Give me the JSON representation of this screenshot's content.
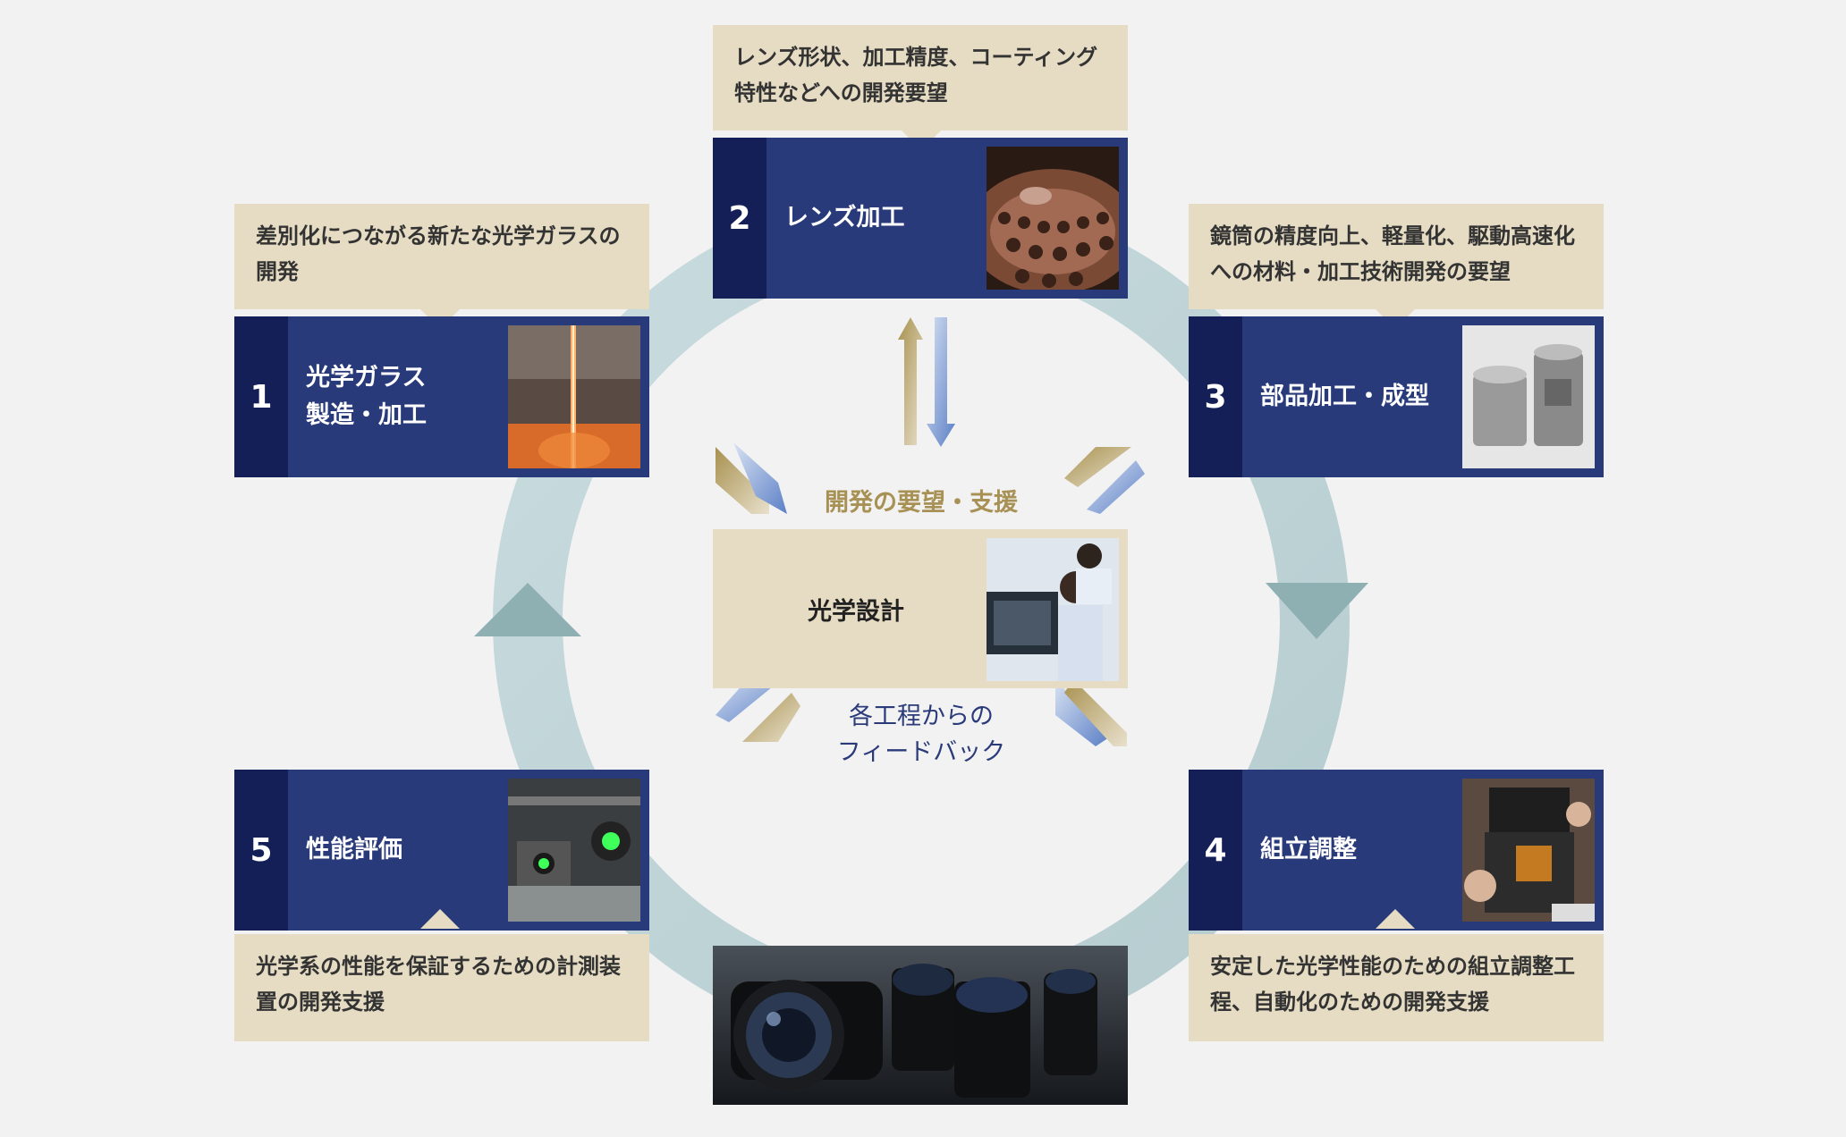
{
  "steps": [
    {
      "num": "1",
      "title": "光学ガラス\n製造・加工",
      "note": "差別化につながる新たな光学ガラスの開発"
    },
    {
      "num": "2",
      "title": "レンズ加工",
      "note": "レンズ形状、加工精度、コーティング特性などへの開発要望"
    },
    {
      "num": "3",
      "title": "部品加工・成型",
      "note": "鏡筒の精度向上、軽量化、駆動高速化への材料・加工技術開発の要望"
    },
    {
      "num": "4",
      "title": "組立調整",
      "note": "安定した光学性能のための組立調整工程、自動化のための開発支援"
    },
    {
      "num": "5",
      "title": "性能評価",
      "note": "光学系の性能を保証するための計測装置の開発支援"
    }
  ],
  "center": {
    "title": "光学設計",
    "top_label": "開発の要望・支援",
    "bottom_label": "各工程からの\nフィードバック"
  },
  "colors": {
    "step_bg": "#283a7a",
    "step_num_bg": "#141f58",
    "note_bg": "#e6dcc3",
    "ring": "#bdd3d6",
    "gold": "#a89154",
    "blue": "#2b3b7a"
  }
}
